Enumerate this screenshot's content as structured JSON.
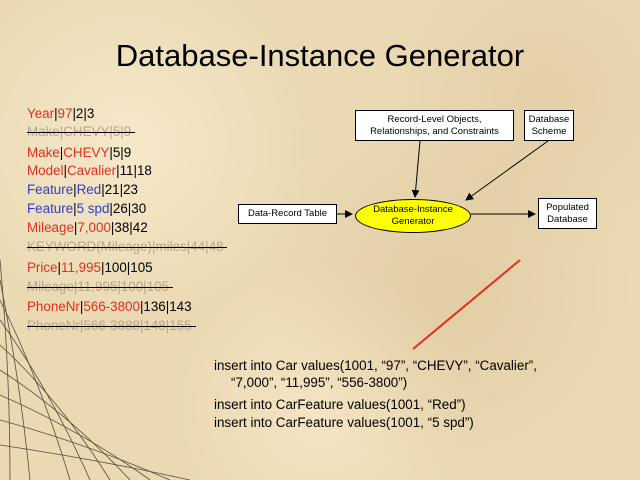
{
  "title": "Database-Instance Generator",
  "records": [
    {
      "parts": [
        {
          "text": "Year",
          "cls": "red"
        },
        {
          "text": "|",
          "cls": "bar"
        },
        {
          "text": "97",
          "cls": "red"
        },
        {
          "text": "|2|3",
          "cls": "bar"
        }
      ],
      "struck": false
    },
    {
      "parts": [
        {
          "text": "Make|CHEVY|5|9",
          "cls": "gray"
        }
      ],
      "struck": true
    },
    {
      "parts": [
        {
          "text": "Make",
          "cls": "red"
        },
        {
          "text": "|",
          "cls": "bar"
        },
        {
          "text": "CHEVY",
          "cls": "red"
        },
        {
          "text": "|5|9",
          "cls": "bar"
        }
      ],
      "struck": false
    },
    {
      "parts": [
        {
          "text": "Model",
          "cls": "red"
        },
        {
          "text": "|",
          "cls": "bar"
        },
        {
          "text": "Cavalier",
          "cls": "red"
        },
        {
          "text": "|11|18",
          "cls": "bar"
        }
      ],
      "struck": false
    },
    {
      "parts": [
        {
          "text": "Feature",
          "cls": "blue"
        },
        {
          "text": "|",
          "cls": "bar"
        },
        {
          "text": "Red",
          "cls": "blue"
        },
        {
          "text": "|21|23",
          "cls": "bar"
        }
      ],
      "struck": false
    },
    {
      "parts": [
        {
          "text": "Feature",
          "cls": "blue"
        },
        {
          "text": "|",
          "cls": "bar"
        },
        {
          "text": "5 spd",
          "cls": "blue"
        },
        {
          "text": "|26|30",
          "cls": "bar"
        }
      ],
      "struck": false
    },
    {
      "parts": [
        {
          "text": "Mileage",
          "cls": "red"
        },
        {
          "text": "|",
          "cls": "bar"
        },
        {
          "text": "7,000",
          "cls": "red"
        },
        {
          "text": "|38|42",
          "cls": "bar"
        }
      ],
      "struck": false
    },
    {
      "parts": [
        {
          "text": "KEYWORD(Mileage)|miles|44|48",
          "cls": "gray"
        }
      ],
      "struck": true
    },
    {
      "parts": [
        {
          "text": "Price",
          "cls": "red"
        },
        {
          "text": "|",
          "cls": "bar"
        },
        {
          "text": "11,995",
          "cls": "red"
        },
        {
          "text": "|100|105",
          "cls": "bar"
        }
      ],
      "struck": false
    },
    {
      "parts": [
        {
          "text": "Mileage|11,995|100|105",
          "cls": "gray"
        }
      ],
      "struck": true
    },
    {
      "parts": [
        {
          "text": "PhoneNr",
          "cls": "red"
        },
        {
          "text": "|",
          "cls": "bar"
        },
        {
          "text": "566-3800",
          "cls": "red"
        },
        {
          "text": "|136|143",
          "cls": "bar"
        }
      ],
      "struck": false
    },
    {
      "parts": [
        {
          "text": "PhoneNr|566-3888|148|155",
          "cls": "gray"
        }
      ],
      "struck": true
    }
  ],
  "diagram": {
    "objects_box": "Record-Level Objects,\nRelationships, and Constraints",
    "scheme_box": "Database\nScheme",
    "table_box": "Data-Record Table",
    "generator": "Database-Instance\nGenerator",
    "populated_box": "Populated\nDatabase"
  },
  "sql": [
    {
      "text": "insert into Car values(1001, “97”, “CHEVY”, “Cavalier”,",
      "color": "#e0301c"
    },
    {
      "text": "“7,000”, “11,995”, “556-3800”)",
      "color": "#e0301c"
    },
    {
      "text": "insert into CarFeature values(1001, “Red”)",
      "color": "#2f3fc8"
    },
    {
      "text": "insert into CarFeature values(1001, “5 spd”)",
      "color": "#2f3fc8"
    }
  ],
  "colors": {
    "red": "#e0301c",
    "blue": "#2f3fc8",
    "background": "#ead9b3",
    "generator_fill": "#ffff00"
  }
}
